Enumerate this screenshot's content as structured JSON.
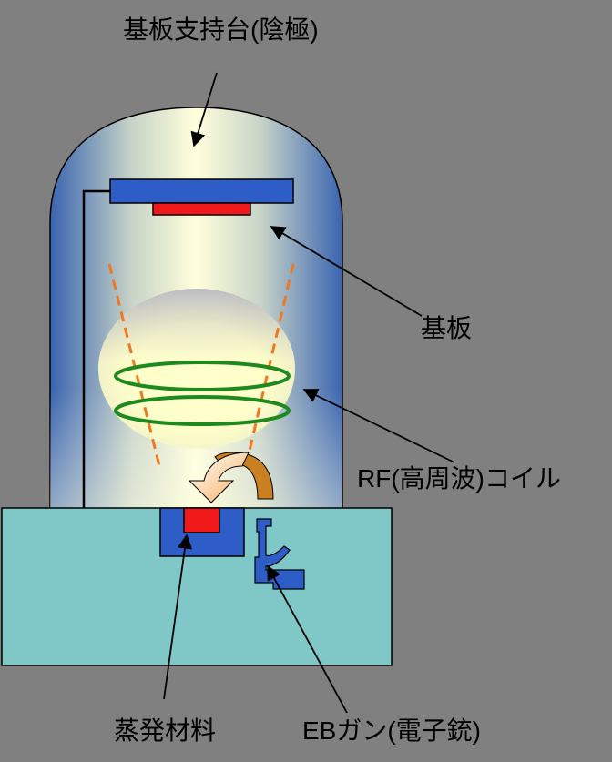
{
  "labels": {
    "substrate_holder": "基板支持台(陰極)",
    "substrate": "基板",
    "rf_coil": "RF(高周波)コイル",
    "evaporation_material": "蒸発材料",
    "eb_gun": "EBガン(電子銃)"
  },
  "colors": {
    "background": "#808080",
    "chamber_base": "#80C8C8",
    "chamber_blue": "#3E6DB3",
    "chamber_glow": "#FFFFD8",
    "substrate_holder": "#2E5DC8",
    "substrate": "#F01818",
    "evaporation_material": "#F01818",
    "crucible": "#2E5DC8",
    "coil": "#1E8A1E",
    "vapor_cone": "#F07820",
    "plasma": "#FFFFCC",
    "arrow_front": "#F8C070",
    "arrow_back": "#C88020",
    "eb_gun": "#2E5DC8"
  }
}
